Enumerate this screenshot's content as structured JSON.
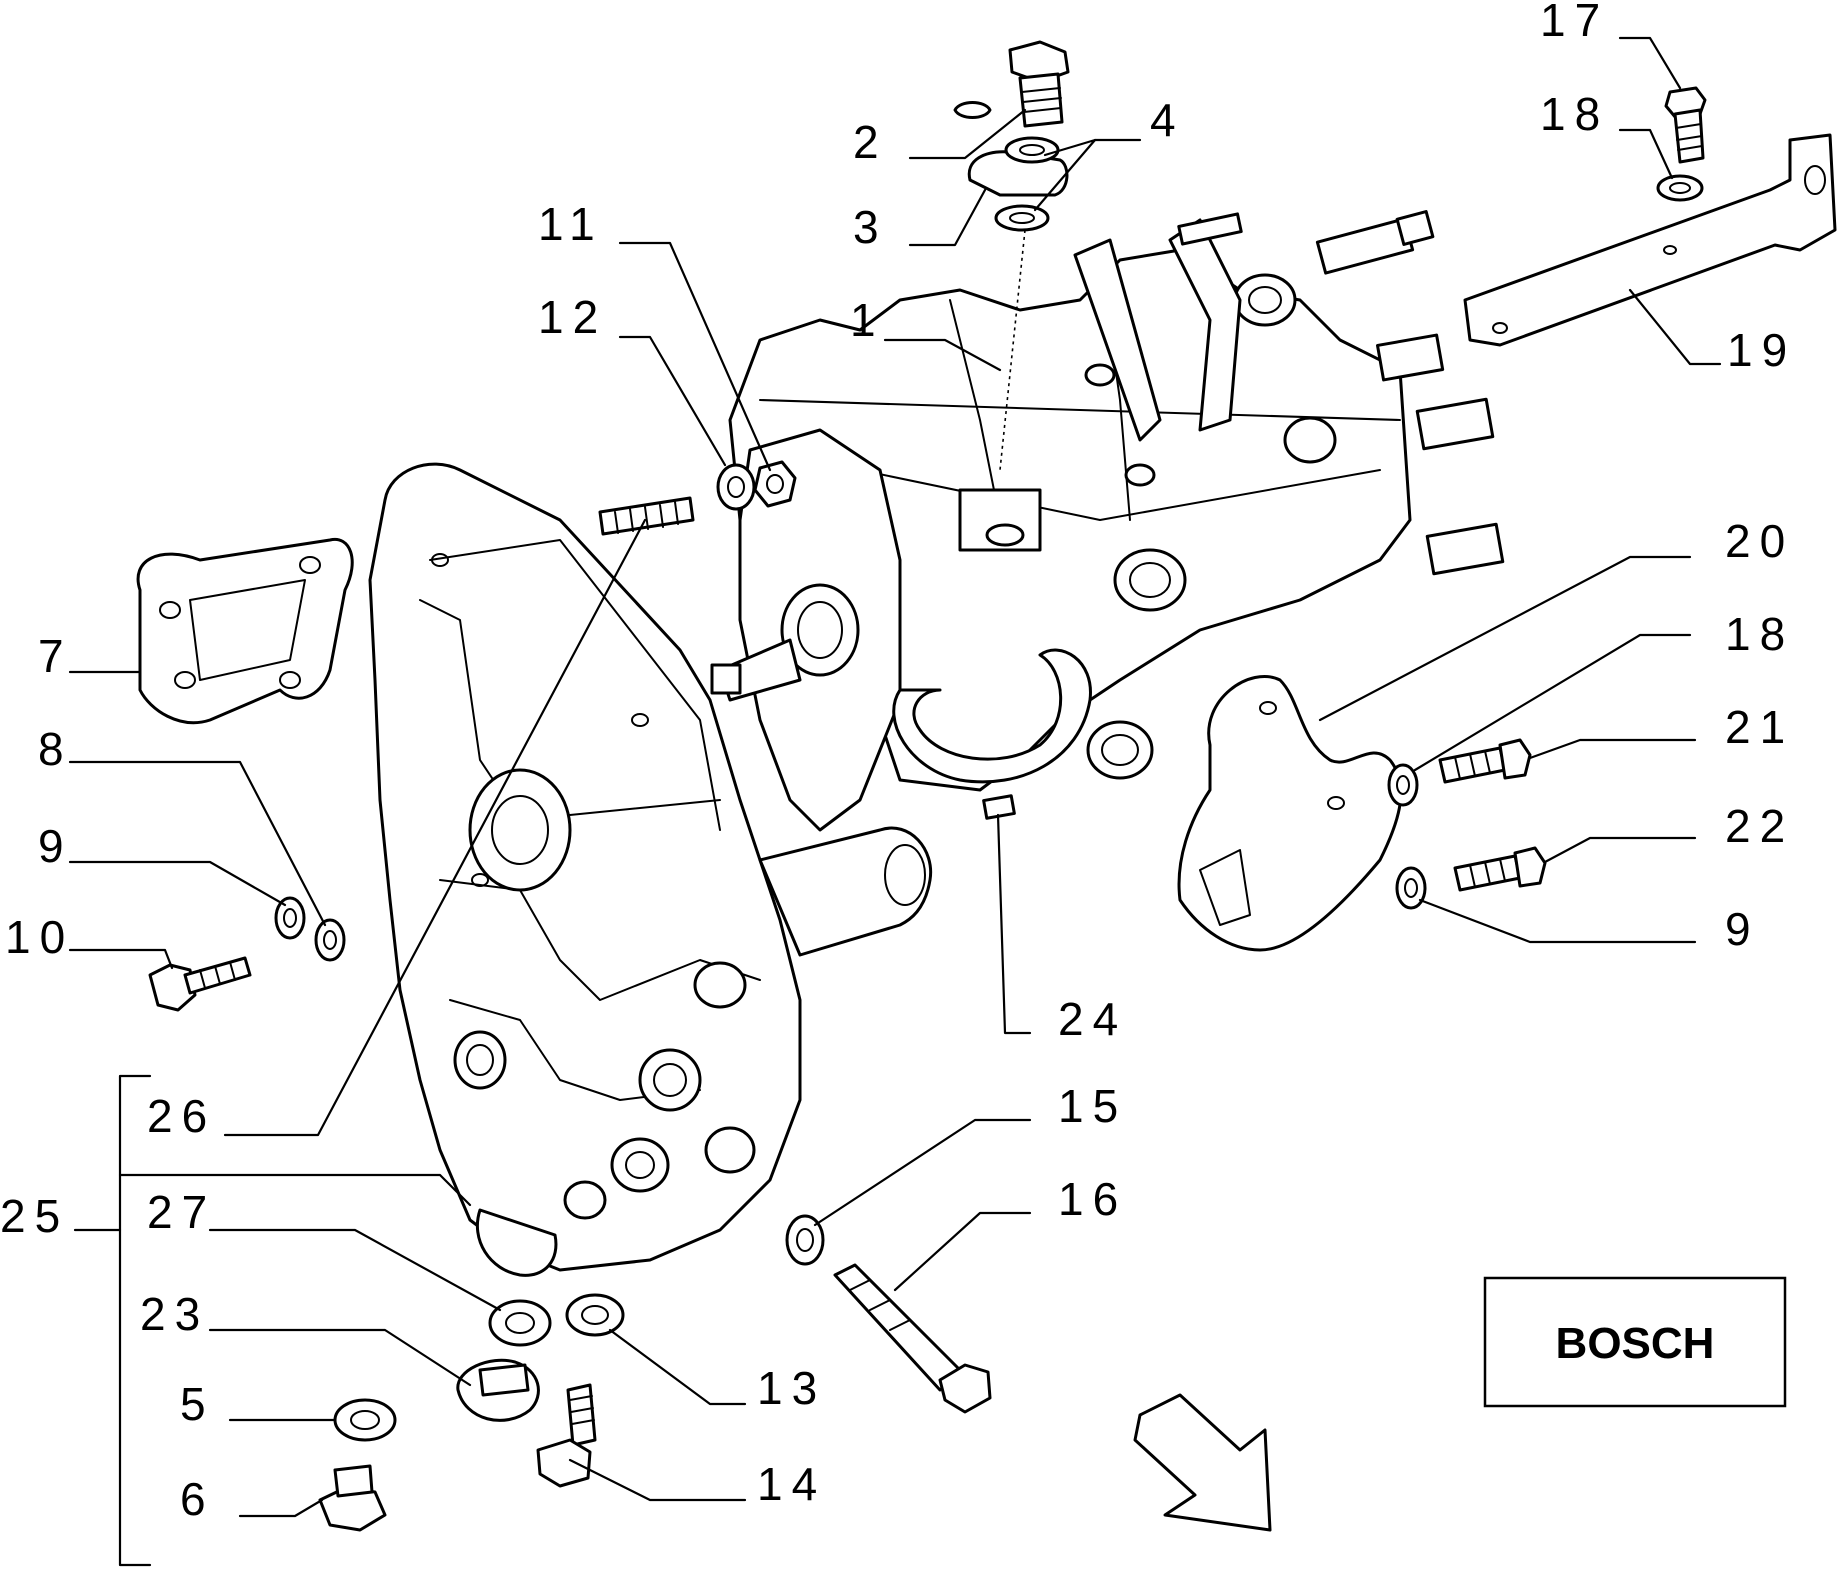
{
  "callouts": {
    "c1": "1",
    "c2": "2",
    "c3": "3",
    "c4": "4",
    "c5": "5",
    "c6": "6",
    "c7": "7",
    "c8": "8",
    "c9a": "9",
    "c9b": "9",
    "c10": "10",
    "c11": "11",
    "c12": "12",
    "c13": "13",
    "c14": "14",
    "c15": "15",
    "c16": "16",
    "c17": "17",
    "c18a": "18",
    "c18b": "18",
    "c19": "19",
    "c20": "20",
    "c21": "21",
    "c22": "22",
    "c23": "23",
    "c24": "24",
    "c25": "25",
    "c26": "26",
    "c27": "27"
  },
  "brand": {
    "label": "BOSCH"
  },
  "orientation_arrow_icon": "direction-arrow-icon"
}
